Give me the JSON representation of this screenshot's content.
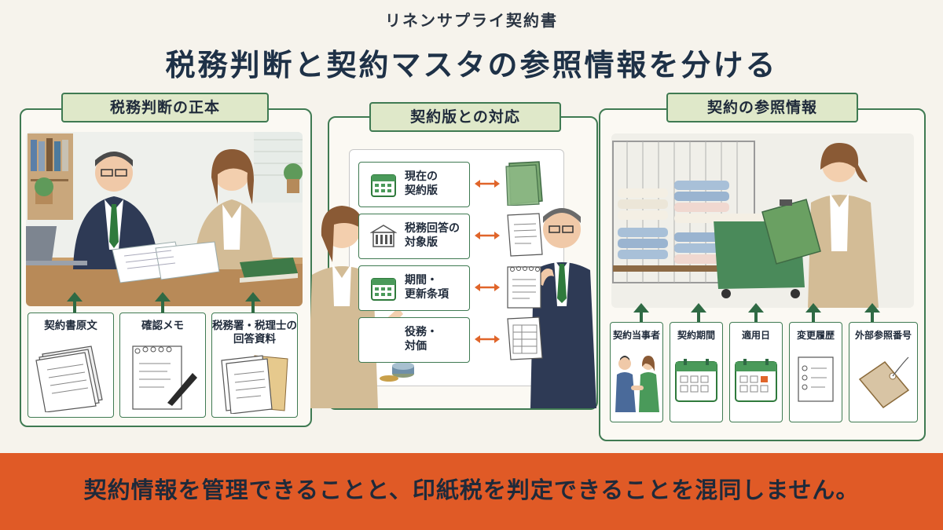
{
  "header": {
    "subtitle": "リネンサプライ契約書",
    "title": "税務判断と契約マスタの参照情報を分ける"
  },
  "left_panel": {
    "title": "税務判断の正本",
    "items": [
      {
        "label": "契約書原文",
        "icon": "document-stack-icon"
      },
      {
        "label": "確認メモ",
        "icon": "notepad-pen-icon"
      },
      {
        "label": "税務署・税理士の\n回答資料",
        "icon": "folder-docs-icon"
      }
    ]
  },
  "middle_panel": {
    "title": "契約版との対応",
    "rows": [
      {
        "label": "現在の\n契約版",
        "icon": "calendar-icon",
        "doc": "green-binder-icon"
      },
      {
        "label": "税務回答の\n対象版",
        "icon": "tax-office-icon",
        "doc": "document-icon"
      },
      {
        "label": "期間・\n更新条項",
        "icon": "calendar-icon",
        "doc": "notepad-icon"
      },
      {
        "label": "役務・\n対価",
        "icon": "coins-icon",
        "doc": "table-doc-icon"
      }
    ]
  },
  "right_panel": {
    "title": "契約の参照情報",
    "items": [
      {
        "label": "契約当事者",
        "icon": "handshake-icon"
      },
      {
        "label": "契約期間",
        "icon": "calendar-icon"
      },
      {
        "label": "適用日",
        "icon": "calendar-day-icon"
      },
      {
        "label": "変更履歴",
        "icon": "checklist-icon"
      },
      {
        "label": "外部参照番号",
        "icon": "tag-icon"
      }
    ]
  },
  "footer": {
    "message": "契約情報を管理できることと、印紙税を判定できることを混同しません。"
  },
  "colors": {
    "accent_green": "#3f7a52",
    "title_fill": "#dfe8c9",
    "banner": "#e05a26",
    "arrow_orange": "#e0652a"
  }
}
